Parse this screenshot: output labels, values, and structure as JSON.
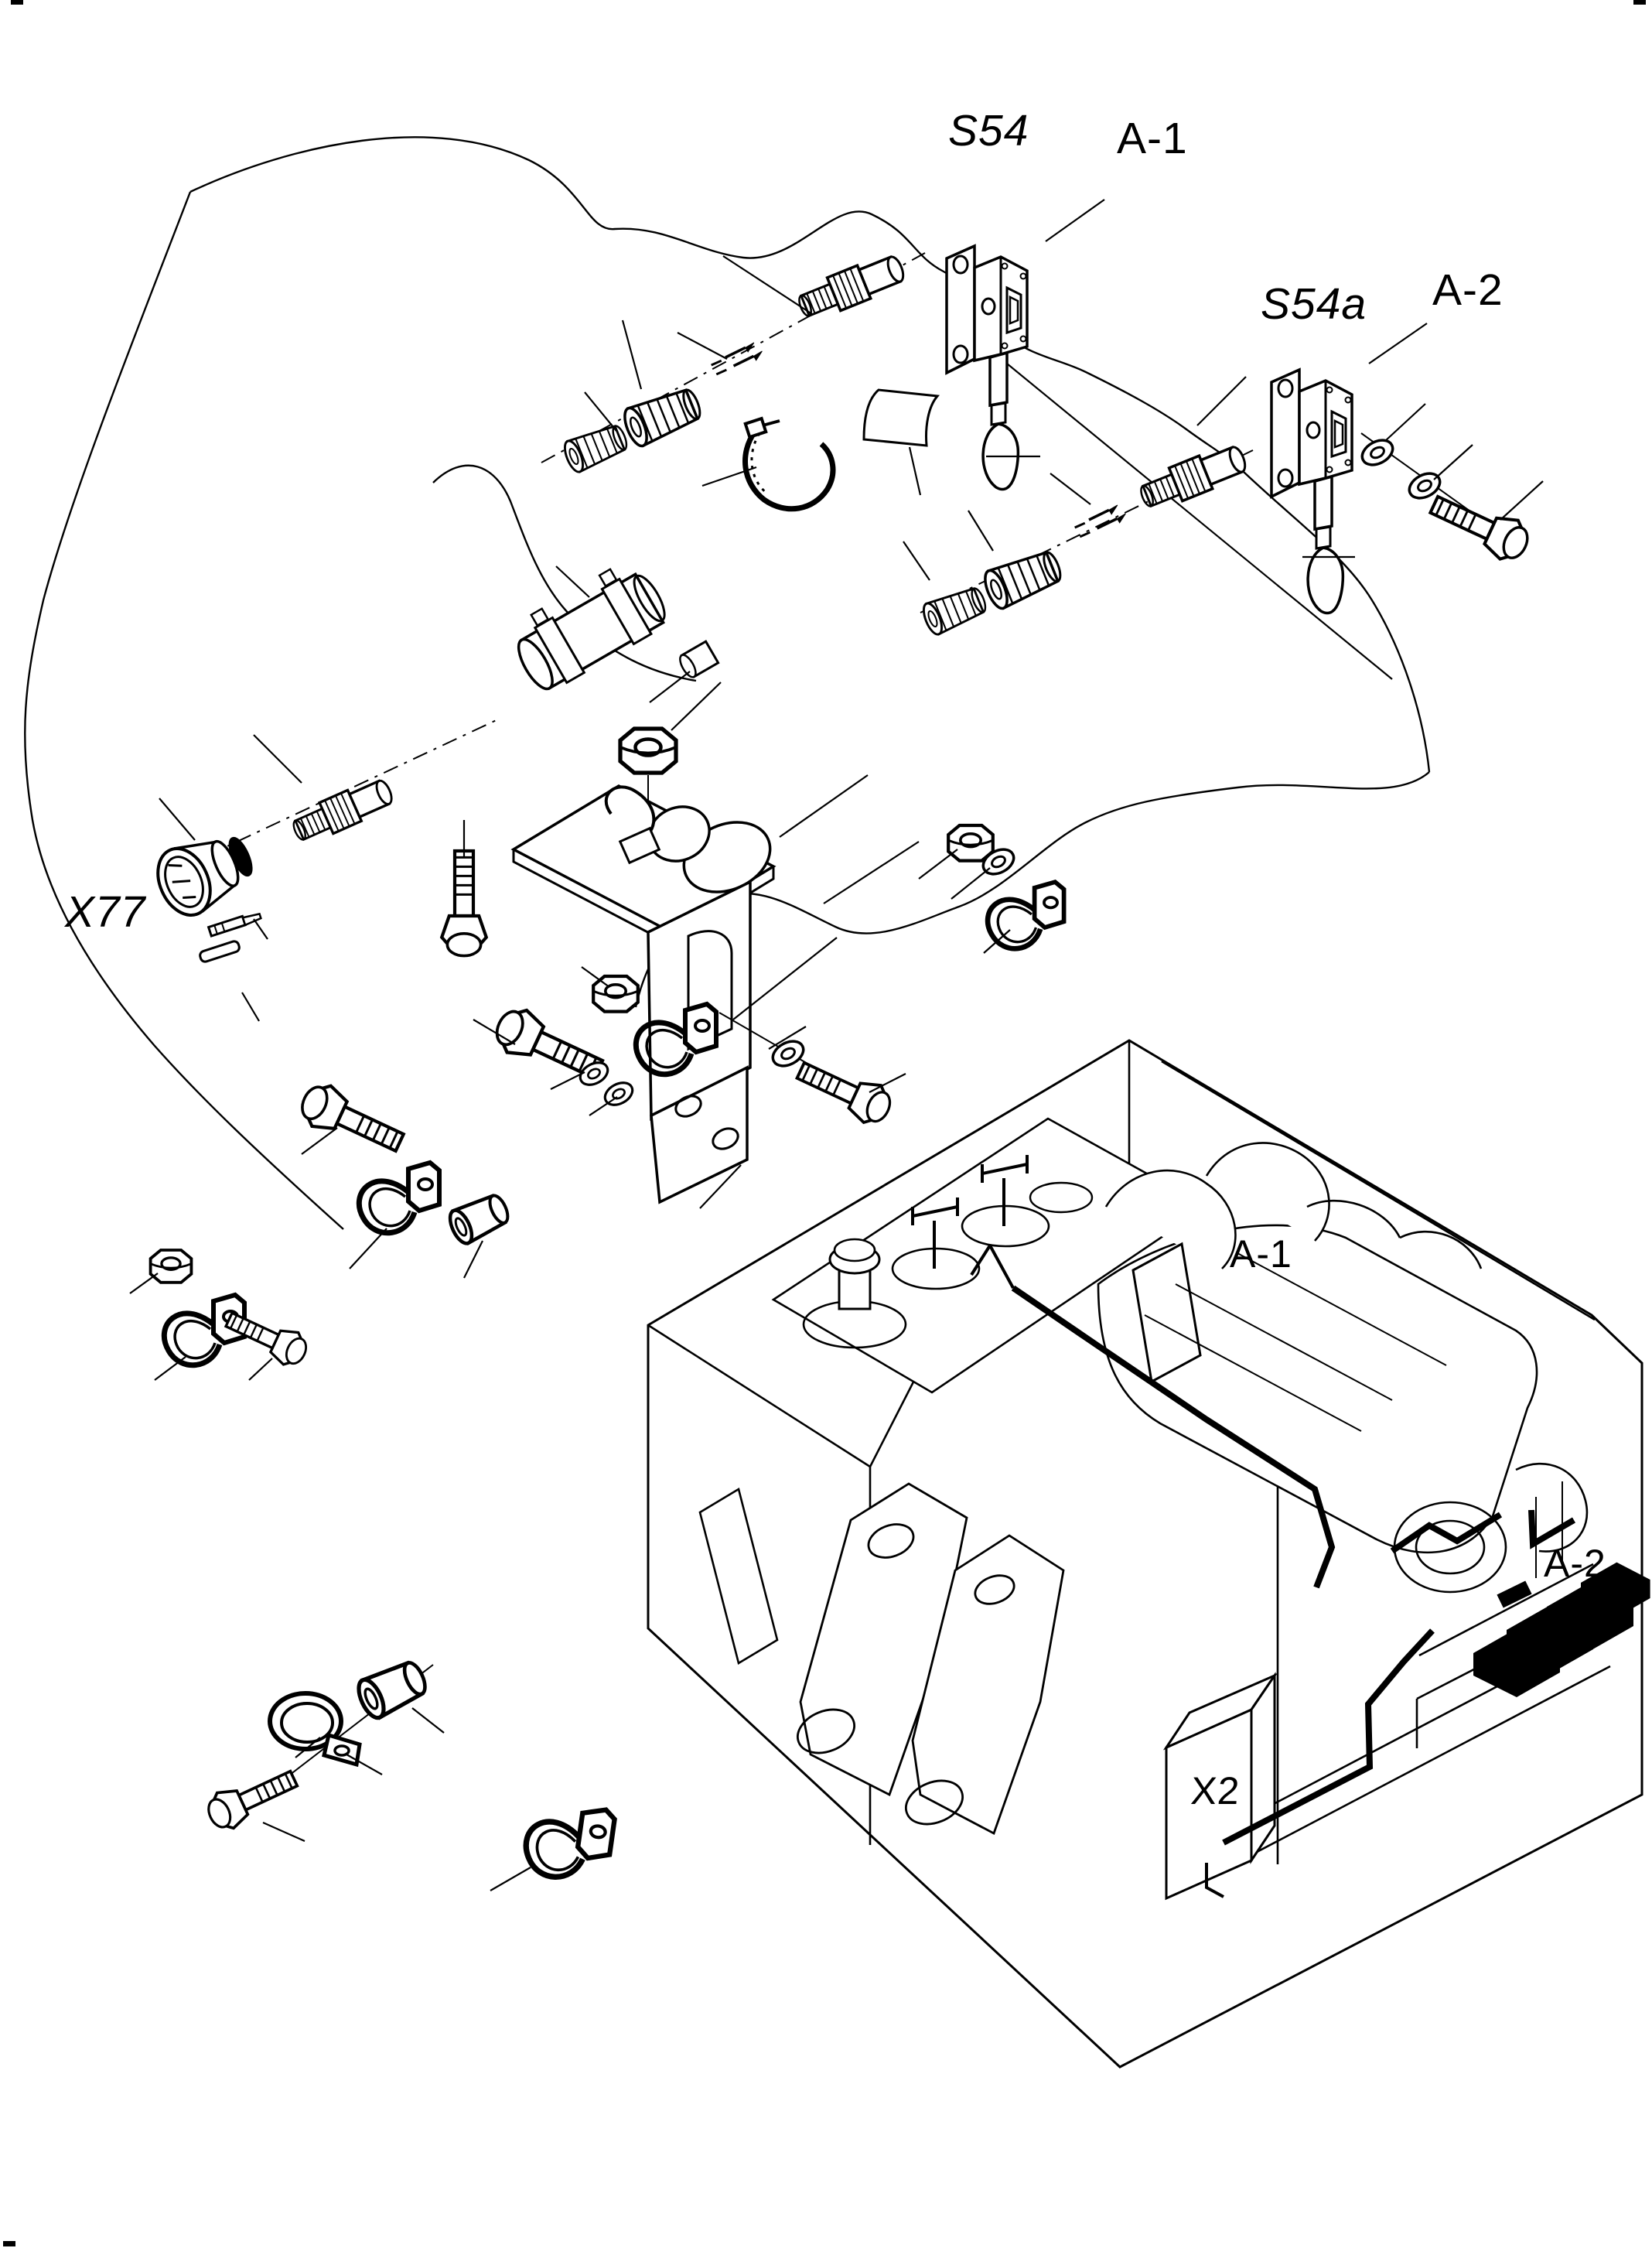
{
  "diagram": {
    "type": "exploded-parts-diagram",
    "background_color": "#ffffff",
    "line_color": "#000000",
    "battery_fill_color": "#000000",
    "views": {
      "exploded_harness_view": "wiring harness with sensors, connectors, clamps and fasteners",
      "machine_overview": "isometric engine-bay view of machine with harness routing"
    }
  },
  "labels": {
    "s54": "S54",
    "a1_top": "A-1",
    "s54a": "S54a",
    "a2_top": "A-2",
    "x77": "X77",
    "a1_machine": "A-1",
    "a2_machine": "A-2",
    "x2": "X2"
  },
  "part_glyphs": [
    "sensor-switch-s54",
    "sensor-switch-s54a",
    "mounting-bracket-plate",
    "cable-gland",
    "corrugated-conduit",
    "wire-terminal-pins",
    "cable-tie",
    "label-tag",
    "hex-bolt",
    "hex-nut",
    "flat-washer",
    "p-clamp",
    "ring-clamp",
    "spacer-bushing",
    "inline-connector-body",
    "round-connector-x77",
    "harness-outline",
    "machine-body",
    "fuel-filler-cap",
    "fuel-cock-valves",
    "engine-block",
    "loader-arm-towers",
    "x2-junction-box",
    "battery-boxes",
    "harness-cable-routes"
  ]
}
